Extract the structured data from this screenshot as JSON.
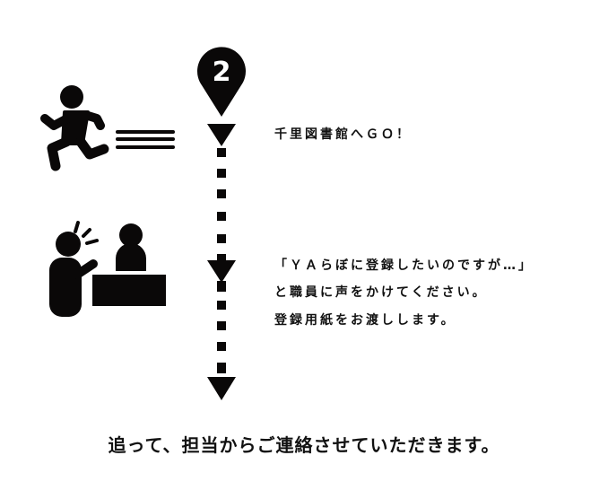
{
  "step": {
    "number": "2"
  },
  "step1_text": "千里図書館へＧＯ！",
  "step2_lines": [
    "「ＹＡらぼに登録したいのですが…」",
    "と職員に声をかけてください。",
    "登録用紙をお渡しします。"
  ],
  "final_text": "追って、担当からご連絡させていただきます。",
  "colors": {
    "ink": "#0a0808",
    "background": "#ffffff"
  }
}
